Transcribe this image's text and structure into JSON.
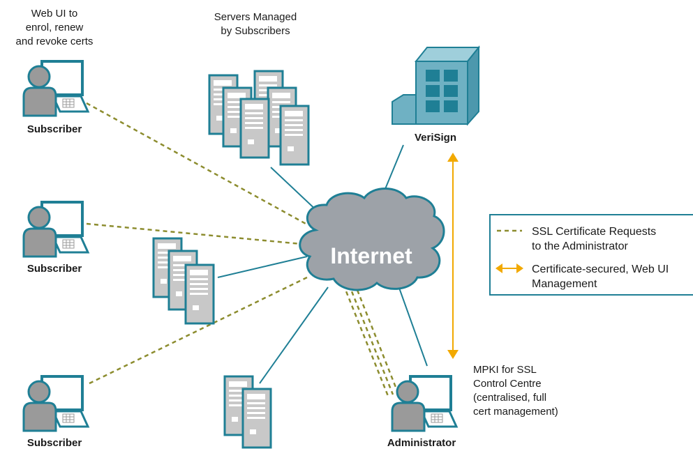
{
  "colors": {
    "teal": "#1f7f95",
    "server_gray": "#c8c8c8",
    "dashed_line": "#8c8c2e",
    "arrow": "#f2a900",
    "cloud": "#9da2a8",
    "building": "#6fb1c3"
  },
  "labels": {
    "web_ui_note": [
      "Web UI to",
      "enrol, renew",
      "and revoke certs"
    ],
    "servers_note": [
      "Servers Managed",
      "by Subscribers"
    ],
    "subscriber_top": "Subscriber",
    "subscriber_mid": "Subscriber",
    "subscriber_bottom": "Subscriber",
    "verisign": "VeriSign",
    "internet": "Internet",
    "administrator": "Administrator",
    "mpki_note": [
      "MPKI for SSL",
      "Control Centre",
      "(centralised, full",
      "cert management)"
    ]
  },
  "legend": {
    "item1": [
      "SSL Certificate Requests",
      "to the Administrator"
    ],
    "item2": [
      "Certificate-secured, Web UI",
      "Management"
    ]
  },
  "icons": {
    "subscriber": "computer-user-icon",
    "administrator": "computer-user-icon",
    "server": "server-tower-icon",
    "verisign": "building-icon",
    "internet": "cloud-icon"
  }
}
